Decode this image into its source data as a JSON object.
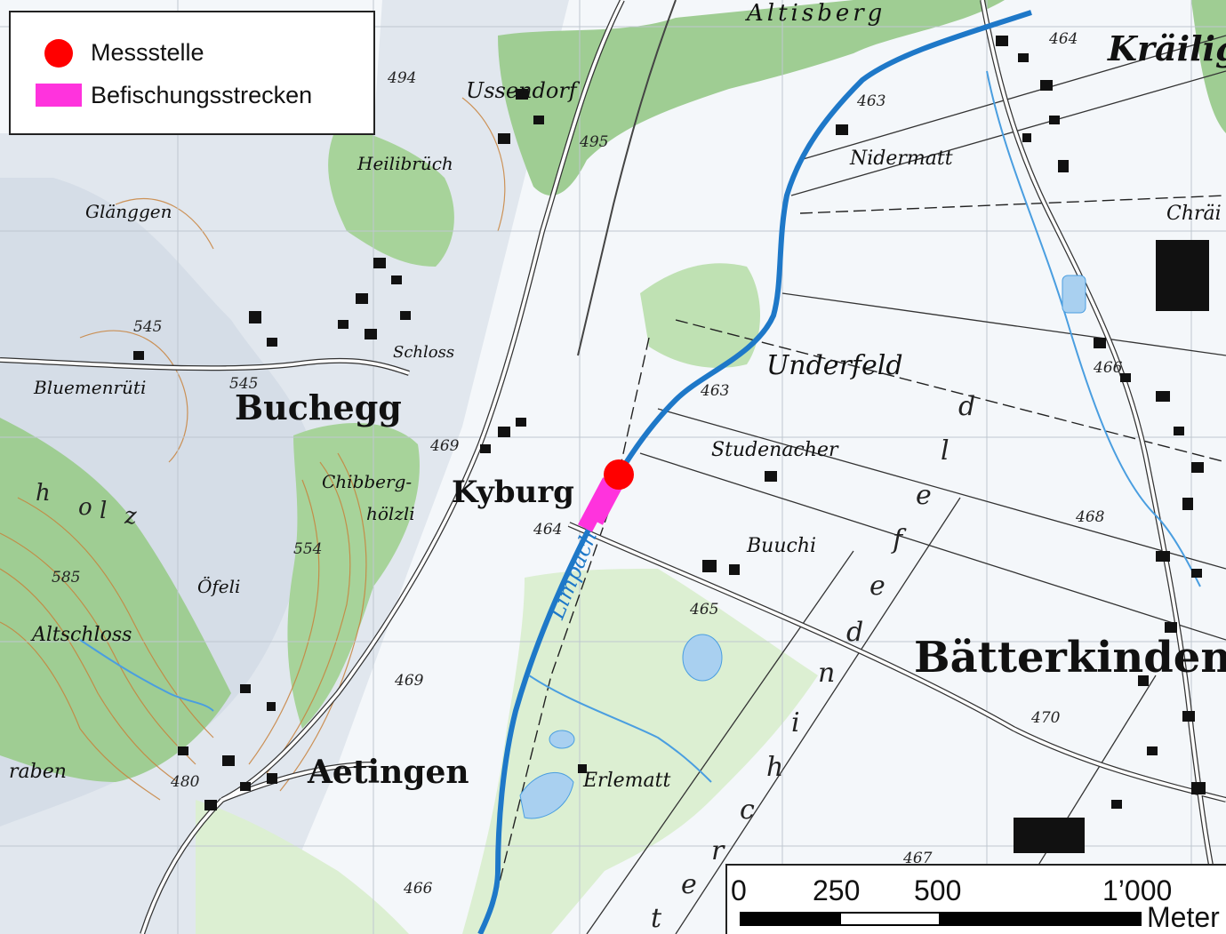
{
  "legend": {
    "items": [
      {
        "label": "Messstelle",
        "symbol": "red-dot",
        "color": "#ff0000"
      },
      {
        "label": "Befischungsstrecken",
        "symbol": "magenta-rect",
        "color": "#ff33dd"
      }
    ]
  },
  "scalebar": {
    "ticks": [
      "0",
      "250",
      "500",
      "1’000"
    ],
    "unit": "Meter"
  },
  "places": {
    "towns": [
      "Buchegg",
      "Kyburg",
      "Aetingen",
      "Bätterkinden"
    ],
    "localities": [
      "Ussendorf",
      "Heilibrüch",
      "Glänggen",
      "Bluemenrüti",
      "Schloss",
      "Chibberg-",
      "hölzli",
      "Öfeli",
      "Altschloss",
      "Nidermatt",
      "Underfeld",
      "Studenacher",
      "Buuchi",
      "Erlematt",
      "Altisberg",
      "Kräilig",
      "Chräi",
      "raben"
    ],
    "river": "Limpach",
    "field_letters": [
      "d",
      "l",
      "e",
      "f",
      "e",
      "d",
      "n",
      "i",
      "h",
      "c",
      "r",
      "e",
      "t"
    ],
    "field_letters_2": [
      "h",
      "o",
      "l",
      "z"
    ],
    "spot_heights": [
      "494",
      "495",
      "463",
      "545",
      "545",
      "469",
      "464",
      "554",
      "585",
      "463",
      "465",
      "469",
      "480",
      "468",
      "466",
      "470",
      "467",
      "466",
      "464"
    ]
  },
  "colors": {
    "forest": "#9ccc8f",
    "open_land": "#f5f8fb",
    "river": "#1e78c8",
    "contour": "#c8823c",
    "golf": "#dcefd2"
  }
}
